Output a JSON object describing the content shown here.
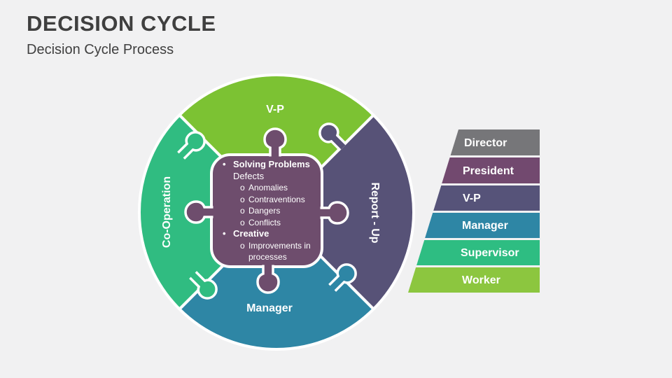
{
  "slide": {
    "title": "DECISION CYCLE",
    "subtitle": "Decision Cycle Process"
  },
  "diagram": {
    "quadrants": {
      "top": {
        "label": "V-P",
        "color": "#7CC233"
      },
      "right": {
        "label": "Report - Up",
        "color": "#575277"
      },
      "bottom": {
        "label": "Manager",
        "color": "#2E86A5"
      },
      "left": {
        "label": "Co-Operation",
        "color": "#30BC81"
      }
    },
    "center": {
      "color": "#6E4D6D",
      "items": [
        {
          "marker": "•",
          "text": "Solving Problems"
        },
        {
          "marker": "",
          "text": "Defects"
        },
        {
          "marker": "o",
          "text": "Anomalies"
        },
        {
          "marker": "o",
          "text": "Contraventions"
        },
        {
          "marker": "o",
          "text": "Dangers"
        },
        {
          "marker": "o",
          "text": "Conflicts"
        },
        {
          "marker": "•",
          "text": "Creative"
        },
        {
          "marker": "o",
          "text": "Improvements in processes"
        }
      ]
    }
  },
  "hierarchy": {
    "levels": [
      {
        "label": "Director",
        "color": "#767679"
      },
      {
        "label": "President",
        "color": "#72496F"
      },
      {
        "label": "V-P",
        "color": "#565379"
      },
      {
        "label": "Manager",
        "color": "#2E86A5"
      },
      {
        "label": "Supervisor",
        "color": "#2EBD82"
      },
      {
        "label": "Worker",
        "color": "#8CC63F"
      }
    ]
  },
  "colors": {
    "background": "#F1F1F2",
    "title_text": "#3F3F3F",
    "outline": "#FFFFFF"
  }
}
